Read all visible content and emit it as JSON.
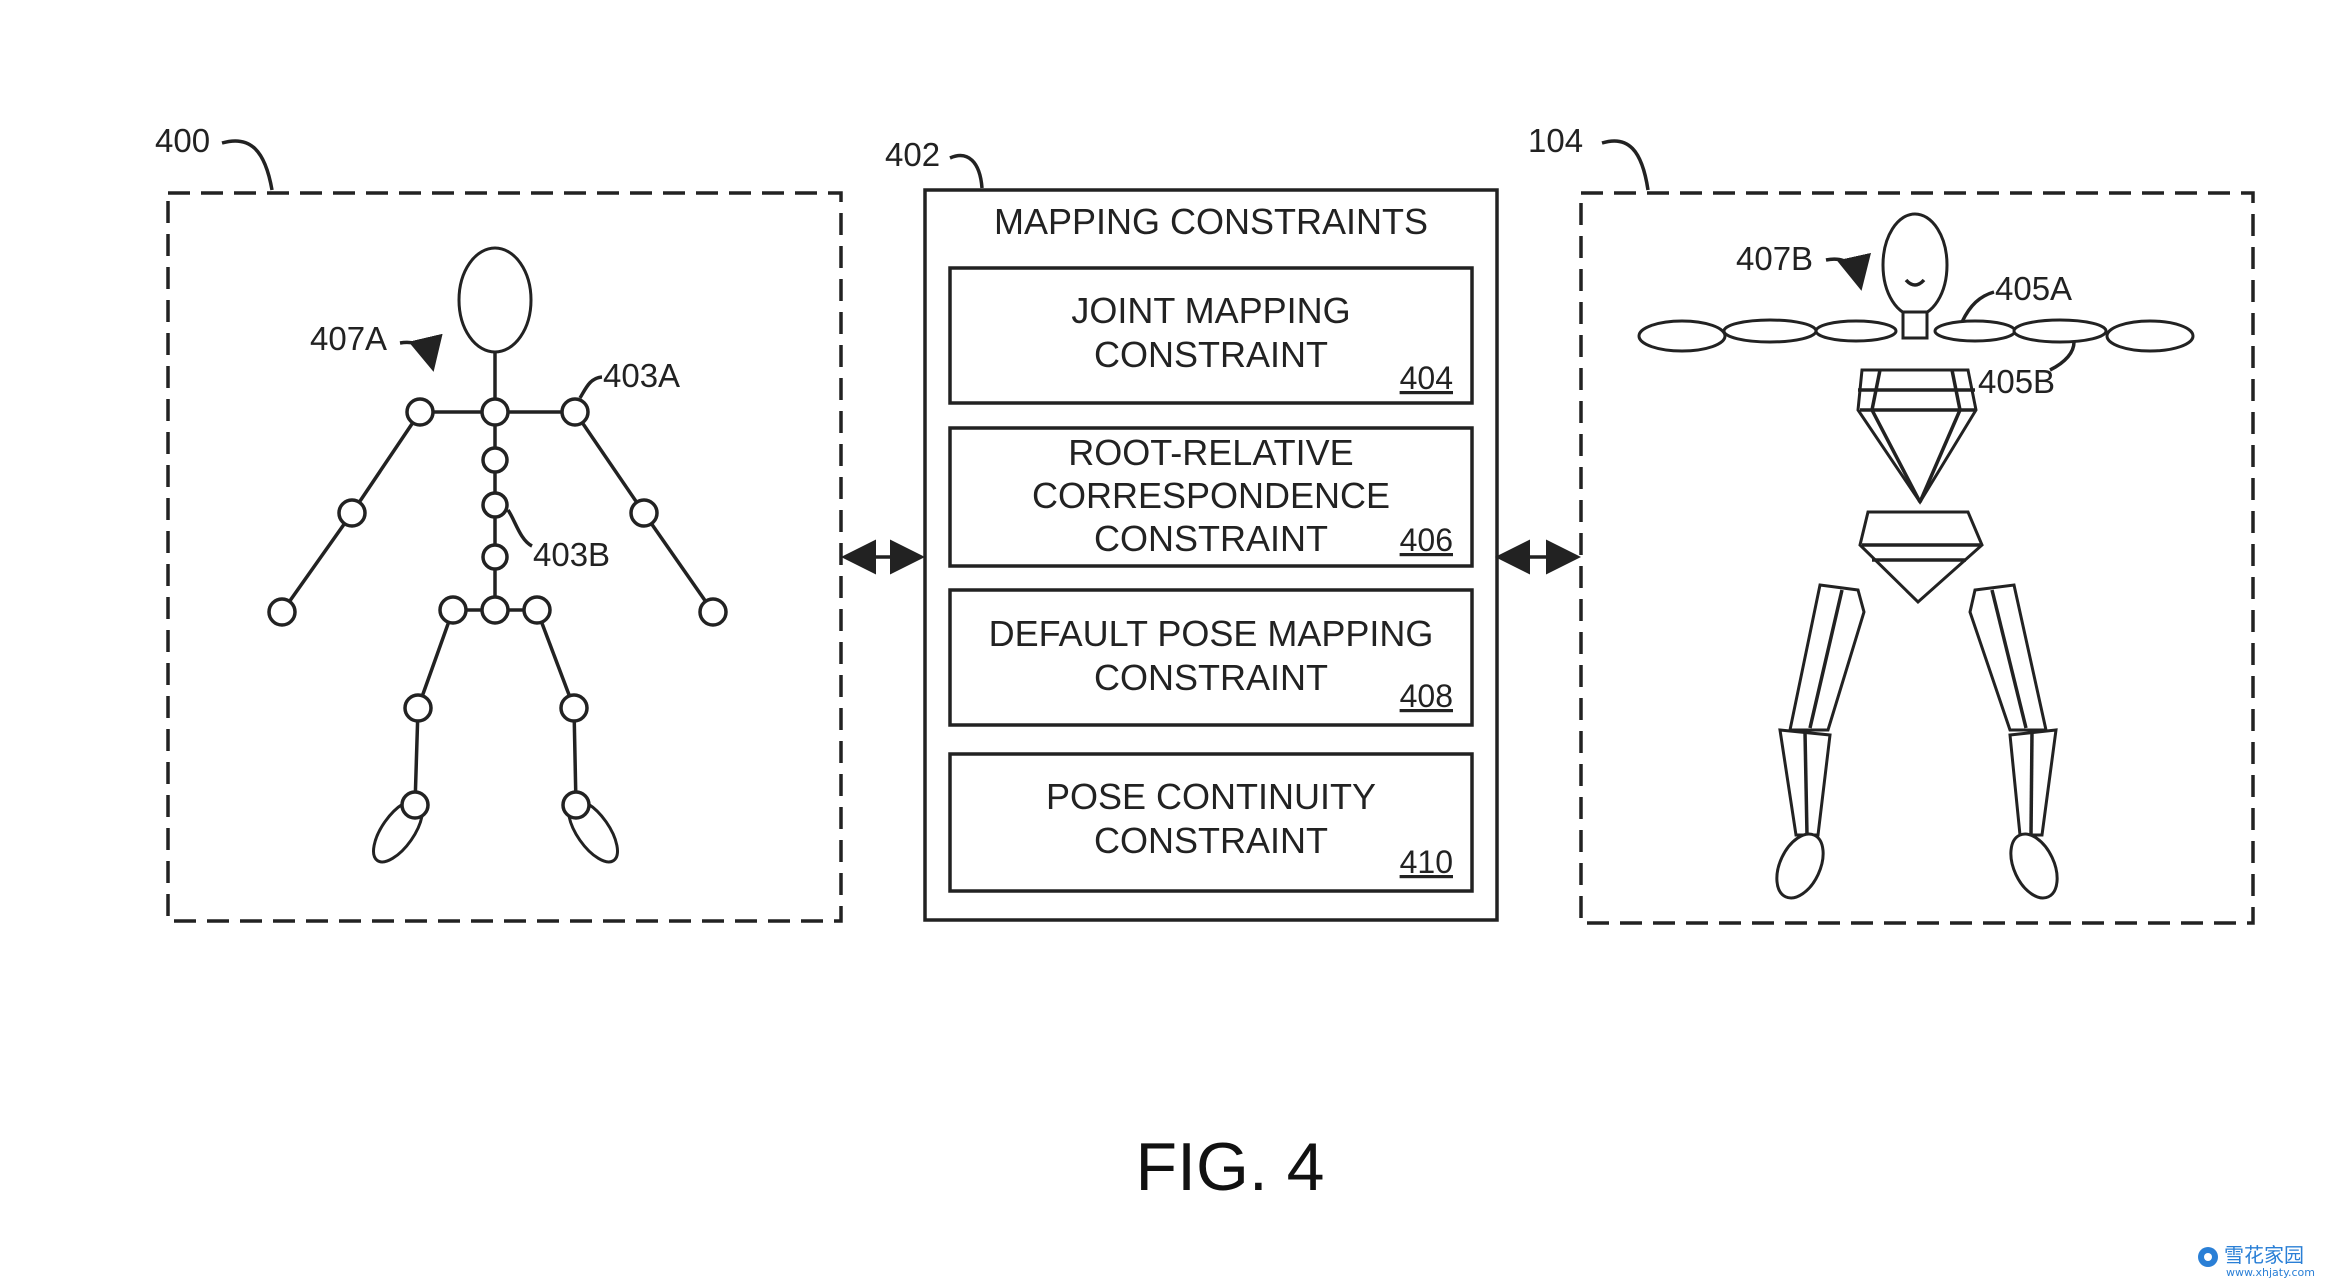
{
  "figure": {
    "caption": "FIG. 4"
  },
  "left_panel": {
    "ref": "400",
    "callouts": {
      "figure": "407A",
      "upper_joint": "403A",
      "spine_joint": "403B"
    }
  },
  "center_panel": {
    "ref": "402",
    "title": "MAPPING CONSTRAINTS",
    "constraints": [
      {
        "lines": [
          "JOINT MAPPING",
          "CONSTRAINT"
        ],
        "ref": "404"
      },
      {
        "lines": [
          "ROOT-RELATIVE",
          "CORRESPONDENCE",
          "CONSTRAINT"
        ],
        "ref": "406"
      },
      {
        "lines": [
          "DEFAULT POSE MAPPING",
          "CONSTRAINT"
        ],
        "ref": "408"
      },
      {
        "lines": [
          "POSE CONTINUITY",
          "CONSTRAINT"
        ],
        "ref": "410"
      }
    ]
  },
  "right_panel": {
    "ref": "104",
    "callouts": {
      "figure": "407B",
      "shoulder": "405A",
      "arm": "405B"
    }
  },
  "watermark": {
    "text": "雪花家园",
    "url": "www.xhjaty.com"
  }
}
